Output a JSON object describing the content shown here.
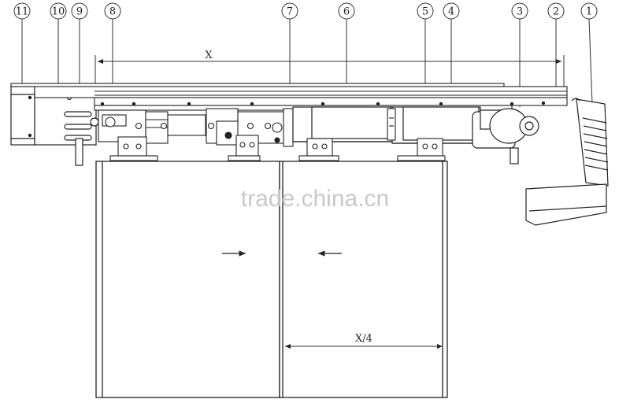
{
  "callouts": [
    {
      "label": "11"
    },
    {
      "label": "10"
    },
    {
      "label": "9"
    },
    {
      "label": "8"
    },
    {
      "label": "7"
    },
    {
      "label": "6"
    },
    {
      "label": "5"
    },
    {
      "label": "4"
    },
    {
      "label": "3"
    },
    {
      "label": "2"
    },
    {
      "label": "1"
    }
  ],
  "dimensions": {
    "overall": "X",
    "quarter": "X/4"
  },
  "watermark": "trade.china.cn"
}
